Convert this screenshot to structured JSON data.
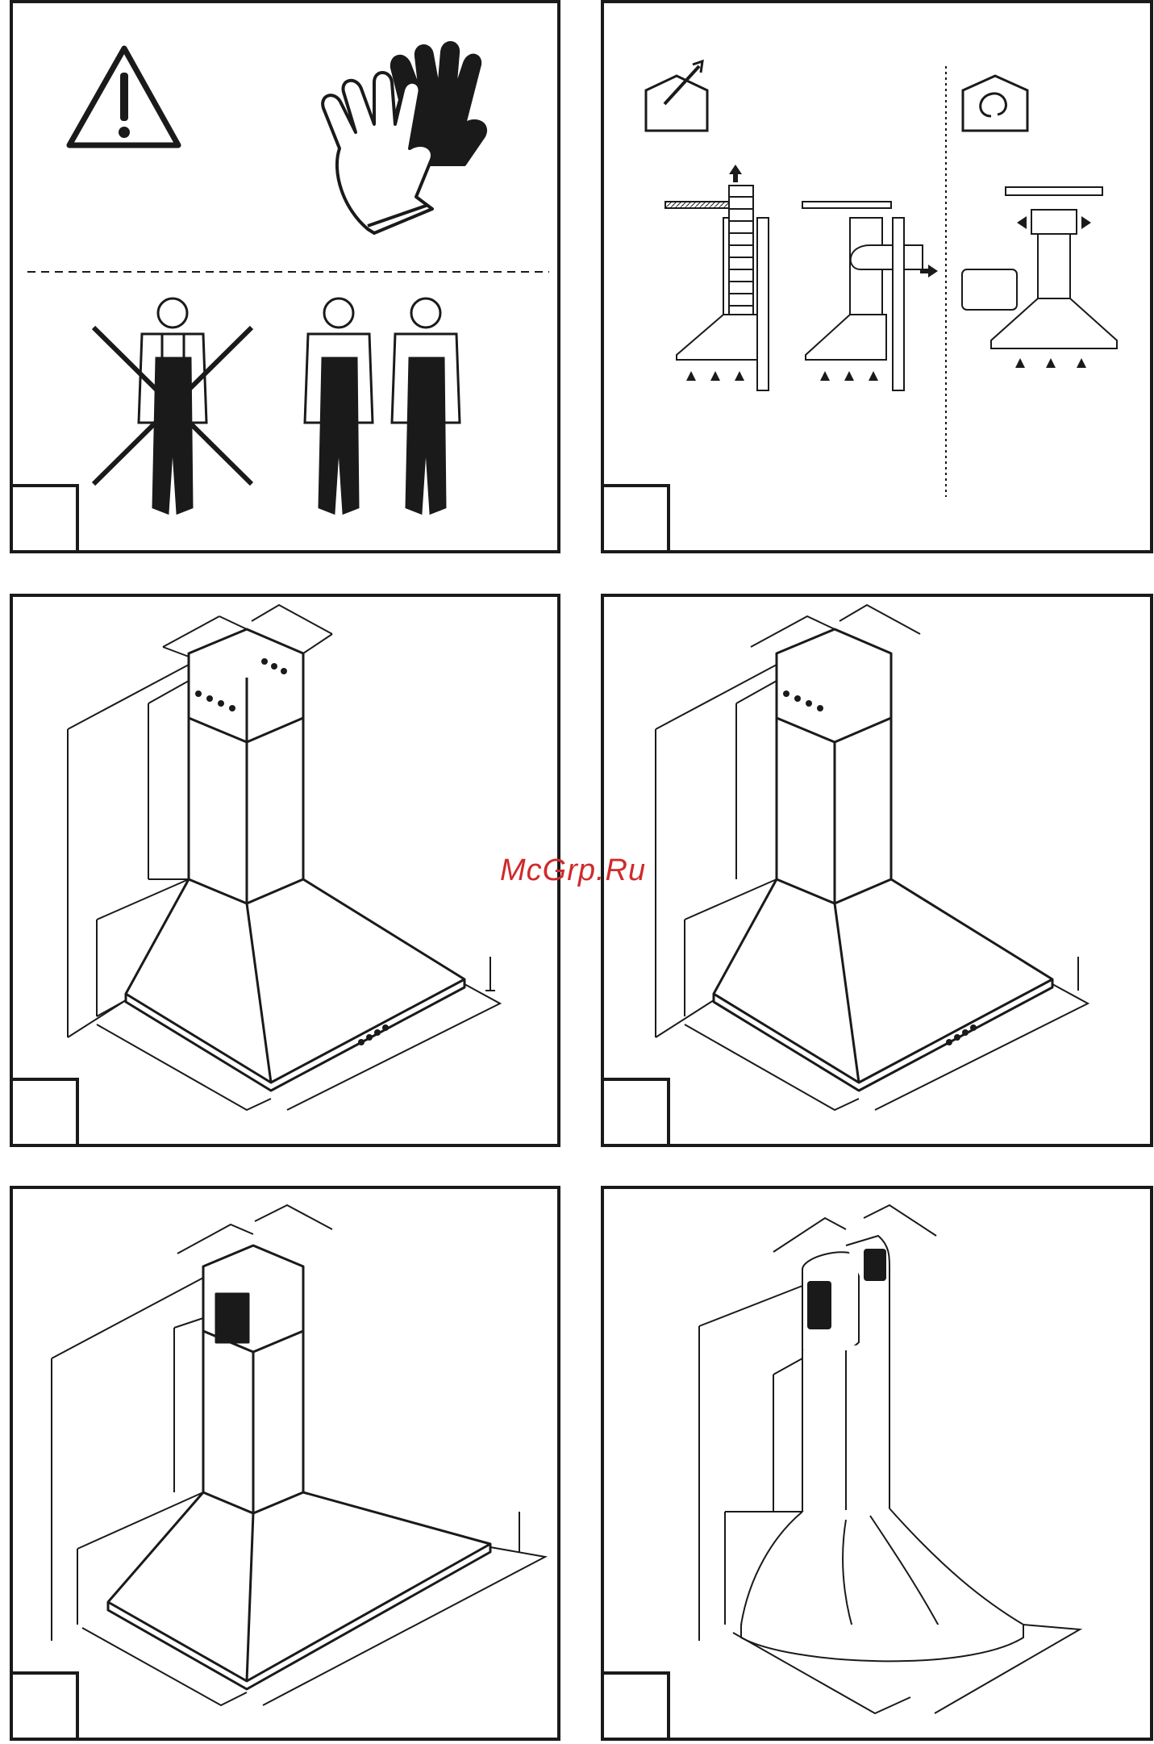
{
  "watermark": "McGrp.Ru",
  "panels": [
    {
      "number": "",
      "content": "safety"
    },
    {
      "number": "",
      "content": "ventilation-modes"
    },
    {
      "number": "",
      "content": "hood-dimensions-a"
    },
    {
      "number": "",
      "content": "hood-dimensions-b"
    },
    {
      "number": "",
      "content": "hood-dimensions-c"
    },
    {
      "number": "",
      "content": "hood-dimensions-d"
    }
  ],
  "colors": {
    "line": "#1a1a1a",
    "watermark": "#d12a2a"
  }
}
